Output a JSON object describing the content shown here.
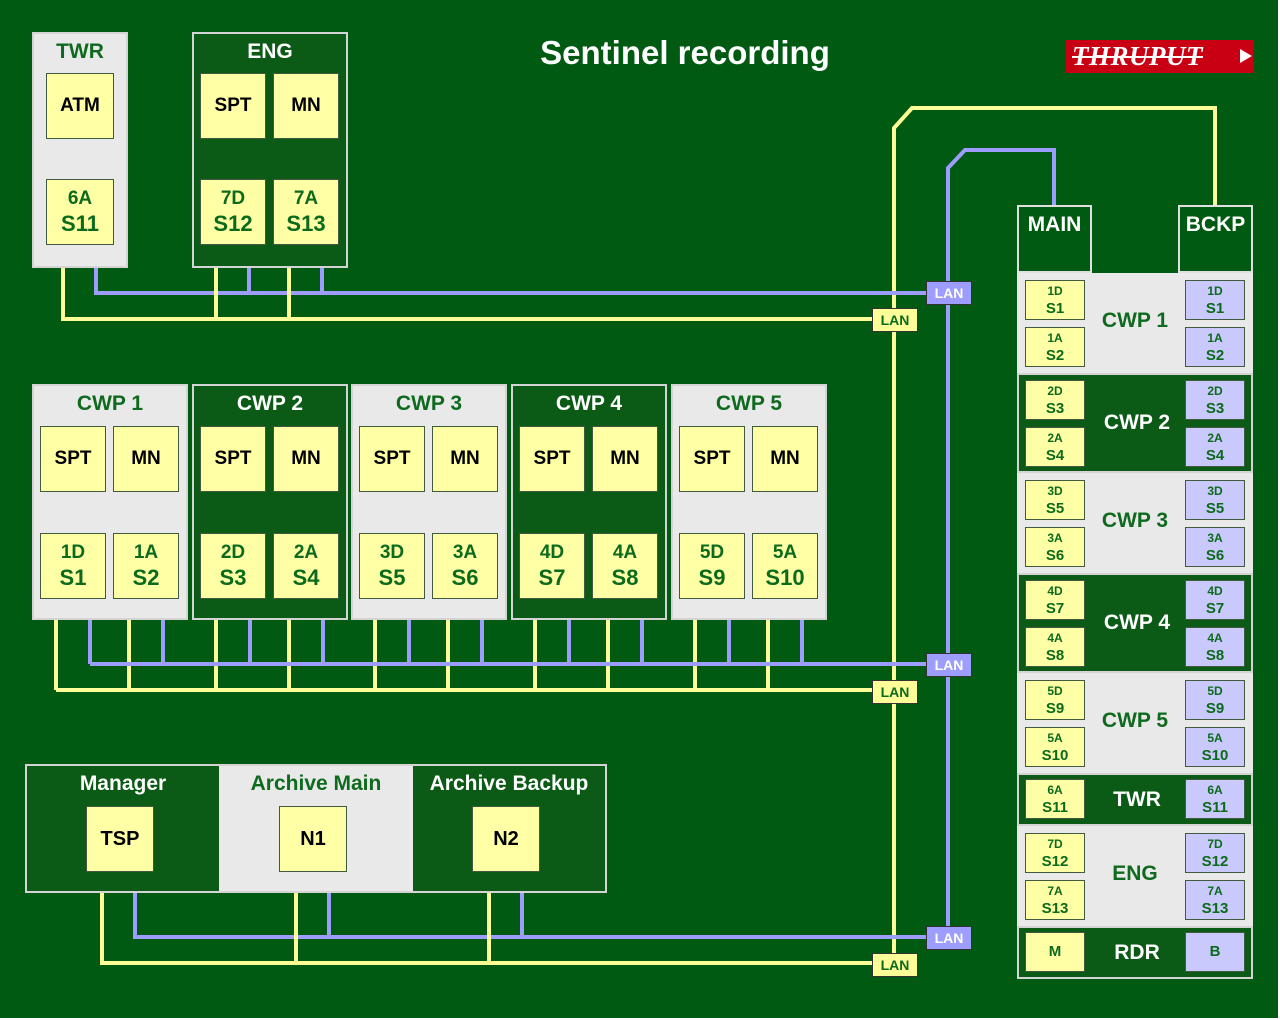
{
  "title": "Sentinel recording",
  "logo": "THRUPUT",
  "lan_label": "LAN",
  "colors": {
    "background": "#005a12",
    "yellow_lan": "#fefe98",
    "blue_lan": "#9d9dfe",
    "box": "#ffffa5",
    "backup_cell": "#c9c9fd"
  },
  "twr": {
    "title": "TWR",
    "source": "ATM",
    "station": [
      "6A",
      "S11"
    ]
  },
  "eng": {
    "title": "ENG",
    "sources": [
      "SPT",
      "MN"
    ],
    "stations": [
      [
        "7D",
        "S12"
      ],
      [
        "7A",
        "S13"
      ]
    ]
  },
  "cwps": [
    {
      "title": "CWP 1",
      "spt": "SPT",
      "mn": "MN",
      "s1": [
        "1D",
        "S1"
      ],
      "s2": [
        "1A",
        "S2"
      ]
    },
    {
      "title": "CWP 2",
      "spt": "SPT",
      "mn": "MN",
      "s1": [
        "2D",
        "S3"
      ],
      "s2": [
        "2A",
        "S4"
      ]
    },
    {
      "title": "CWP 3",
      "spt": "SPT",
      "mn": "MN",
      "s1": [
        "3D",
        "S5"
      ],
      "s2": [
        "3A",
        "S6"
      ]
    },
    {
      "title": "CWP 4",
      "spt": "SPT",
      "mn": "MN",
      "s1": [
        "4D",
        "S7"
      ],
      "s2": [
        "4A",
        "S8"
      ]
    },
    {
      "title": "CWP 5",
      "spt": "SPT",
      "mn": "MN",
      "s1": [
        "5D",
        "S9"
      ],
      "s2": [
        "5A",
        "S10"
      ]
    }
  ],
  "bottom": [
    {
      "title": "Manager",
      "box": "TSP"
    },
    {
      "title": "Archive Main",
      "box": "N1"
    },
    {
      "title": "Archive Backup",
      "box": "N2"
    }
  ],
  "recorders": {
    "main_title": "MAIN",
    "backup_title": "BCKP",
    "rows": [
      {
        "label": "CWP 1",
        "cells": [
          [
            "1D",
            "S1"
          ],
          [
            "1A",
            "S2"
          ]
        ]
      },
      {
        "label": "CWP 2",
        "cells": [
          [
            "2D",
            "S3"
          ],
          [
            "2A",
            "S4"
          ]
        ]
      },
      {
        "label": "CWP 3",
        "cells": [
          [
            "3D",
            "S5"
          ],
          [
            "3A",
            "S6"
          ]
        ]
      },
      {
        "label": "CWP 4",
        "cells": [
          [
            "4D",
            "S7"
          ],
          [
            "4A",
            "S8"
          ]
        ]
      },
      {
        "label": "CWP 5",
        "cells": [
          [
            "5D",
            "S9"
          ],
          [
            "5A",
            "S10"
          ]
        ]
      },
      {
        "label": "TWR",
        "cells": [
          [
            "6A",
            "S11"
          ]
        ]
      },
      {
        "label": "ENG",
        "cells": [
          [
            "7D",
            "S12"
          ],
          [
            "7A",
            "S13"
          ]
        ]
      },
      {
        "label": "RDR",
        "main": "M",
        "backup": "B"
      }
    ]
  }
}
